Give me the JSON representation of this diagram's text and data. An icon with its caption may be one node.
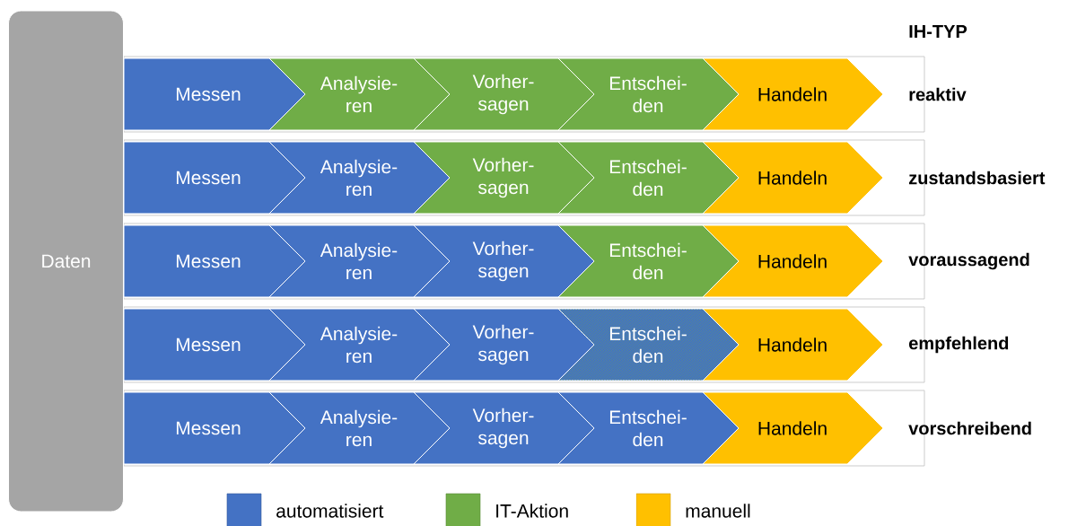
{
  "diagram": {
    "nodes": [
      {
        "text": [
          "Daten"
        ]
      },
      {
        "text": [
          "Messen"
        ]
      },
      {
        "text": [
          "Analysie- ren"
        ]
      },
      {
        "text": [
          "Vorher- sagen"
        ]
      },
      {
        "text": [
          "Entschei- den"
        ]
      },
      {
        "text": [
          "Handeln"
        ]
      },
      {
        "text": [
          "Messen"
        ]
      },
      {
        "text": [
          "Analysie- ren"
        ]
      },
      {
        "text": [
          "Vorher- sagen"
        ]
      },
      {
        "text": [
          "Entschei- den"
        ]
      },
      {
        "text": [
          "Handeln"
        ]
      },
      {
        "text": [
          "Messen"
        ]
      },
      {
        "text": [
          "Analysie- ren"
        ]
      },
      {
        "text": [
          "Vorher- sagen"
        ]
      },
      {
        "text": [
          "Entschei- den"
        ]
      },
      {
        "text": [
          "Handeln"
        ]
      },
      {
        "text": [
          "Messen"
        ]
      },
      {
        "text": [
          "Analysie- ren"
        ]
      },
      {
        "text": [
          "Vorher- sagen"
        ]
      },
      {
        "text": [
          "Entschei- den"
        ]
      },
      {
        "text": [
          "Handeln"
        ]
      },
      {
        "text": [
          "Messen"
        ]
      },
      {
        "text": [
          "Analysie- ren"
        ]
      },
      {
        "text": [
          "Vorher- sagen"
        ]
      },
      {
        "text": [
          "Entschei- den"
        ]
      },
      {
        "text": [
          "Handeln"
        ]
      }
    ],
    "labels": [
      "IH-TYP",
      "reaktiv",
      "zustandsbasiert",
      "voraussagend",
      "empfehlend",
      "vorschreibend"
    ],
    "legend": [
      {
        "text": "automatisiert",
        "color": "#4472c4"
      },
      {
        "text": "IT-Aktion",
        "color": "#70ad47"
      },
      {
        "text": "manuell",
        "color": "#ffc000"
      }
    ]
  }
}
